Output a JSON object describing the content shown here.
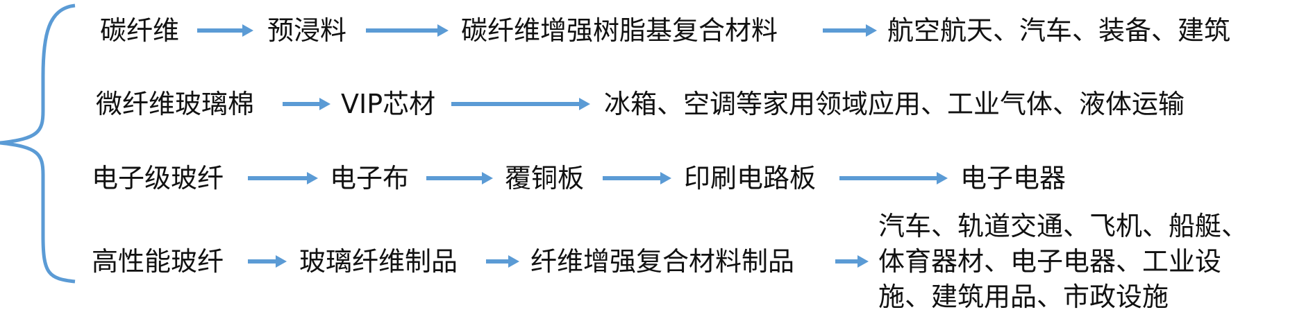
{
  "accent_color": "#5b9bd5",
  "rows": [
    {
      "nodes": [
        "碳纤维",
        "预浸料",
        "碳纤维增强树脂基复合材料",
        "航空航天、汽车、装备、建筑"
      ]
    },
    {
      "nodes": [
        "微纤维玻璃棉",
        "VIP芯材",
        "冰箱、空调等家用领域应用、工业气体、液体运输"
      ]
    },
    {
      "nodes": [
        "电子级玻纤",
        "电子布",
        "覆铜板",
        "印刷电路板",
        "电子电器"
      ]
    },
    {
      "nodes": [
        "高性能玻纤",
        "玻璃纤维制品",
        "纤维增强复合材料制品"
      ],
      "applications": [
        "汽车、轨道交通、飞机、船艇、",
        "体育器材、电子电器、工业设",
        "施、建筑用品、市政设施"
      ]
    }
  ]
}
